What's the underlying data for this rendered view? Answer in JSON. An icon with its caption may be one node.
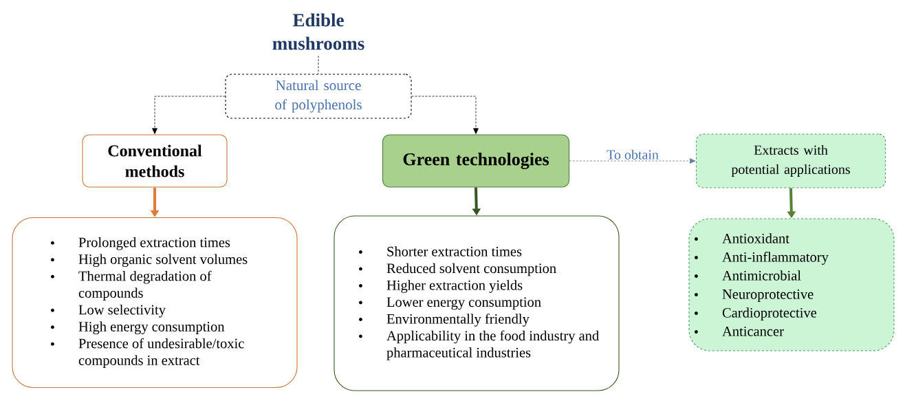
{
  "diagram": {
    "nodes": [
      {
        "text": [
          "Edible mushrooms"
        ]
      },
      {
        "text": [
          "Natural source of polyphenols"
        ]
      },
      {
        "text": [
          "Conventional methods"
        ]
      },
      {
        "text": [
          "Green technologies"
        ]
      },
      {
        "text": [
          "Extracts with potential applications"
        ]
      },
      {
        "text": [
          "Prolonged extraction times",
          "High organic solvent volumes",
          "Thermal degradation of compounds",
          "Low selectivity",
          "High energy consumption",
          "Presence of undesirable/toxic compounds in extract"
        ]
      },
      {
        "text": [
          "Shorter extraction times",
          "Reduced solvent consumption",
          "Higher extraction yields",
          "Lower energy consumption",
          "Environmentally friendly",
          "Applicability in the food industry and pharmaceutical industries"
        ]
      },
      {
        "text": [
          "Antioxidant",
          "Anti-inflammatory",
          "Antimicrobial",
          "Neuroprotective",
          "Cardioprotective",
          "Anticancer"
        ]
      }
    ],
    "edges": [
      {
        "from": 0,
        "to": 1,
        "arrow": "none",
        "style": "dashed"
      },
      {
        "from": 1,
        "to": 2,
        "arrow": "to",
        "style": "dashed"
      },
      {
        "from": 1,
        "to": 3,
        "arrow": "to",
        "style": "dashed"
      },
      {
        "from": 3,
        "to": 4,
        "arrow": "to",
        "style": "dashed",
        "color": "#6a7fa3",
        "label": "To obtain"
      },
      {
        "from": 2,
        "to": 5,
        "arrow": "to",
        "style": "thick",
        "color": "#e07b39"
      },
      {
        "from": 3,
        "to": 6,
        "arrow": "to",
        "style": "thick",
        "color": "#375623"
      },
      {
        "from": 4,
        "to": 7,
        "arrow": "to",
        "style": "thick",
        "color": "#548235"
      }
    ]
  }
}
